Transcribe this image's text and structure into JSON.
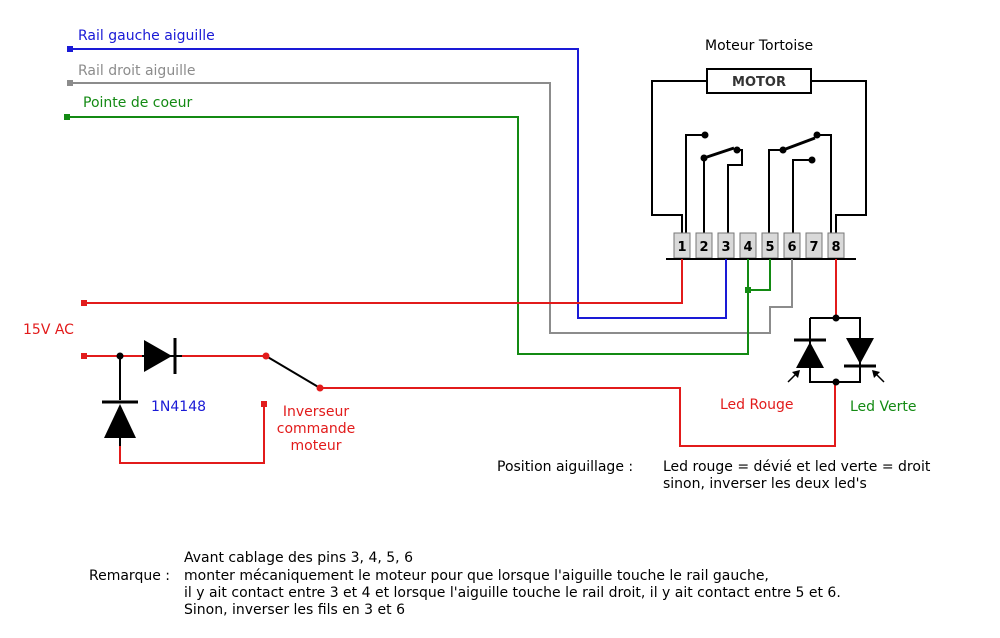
{
  "wires": {
    "rail_gauche": "Rail gauche aiguille",
    "rail_droit": "Rail droit aiguille",
    "pointe": "Pointe de coeur"
  },
  "motor": {
    "title": "Moteur Tortoise",
    "label": "MOTOR",
    "pins": [
      "1",
      "2",
      "3",
      "4",
      "5",
      "6",
      "7",
      "8"
    ]
  },
  "power": {
    "label": "15V AC"
  },
  "diode": {
    "label": "1N4148"
  },
  "switch": {
    "line1": "Inverseur",
    "line2": "commande",
    "line3": "moteur"
  },
  "leds": {
    "red": "Led Rouge",
    "green": "Led Verte"
  },
  "position": {
    "label": "Position aiguillage :",
    "line1": "Led rouge = dévié et led verte = droit",
    "line2": "sinon, inverser les deux led's"
  },
  "remark": {
    "heading": "Avant cablage des pins 3, 4, 5, 6",
    "label": "Remarque :",
    "line1": "monter mécaniquement le moteur pour que lorsque l'aiguille touche le rail gauche,",
    "line2": "il y ait contact entre 3 et 4 et lorsque l'aiguille touche le rail droit, il y ait contact entre 5 et 6.",
    "line3": "Sinon, inverser les fils en 3 et 6"
  },
  "colors": {
    "blue": "#1a1ad6",
    "gray": "#8c8c8c",
    "green": "#138a13",
    "red": "#e21b1b",
    "black": "#000000",
    "pin_fill": "#d9d9d9"
  }
}
